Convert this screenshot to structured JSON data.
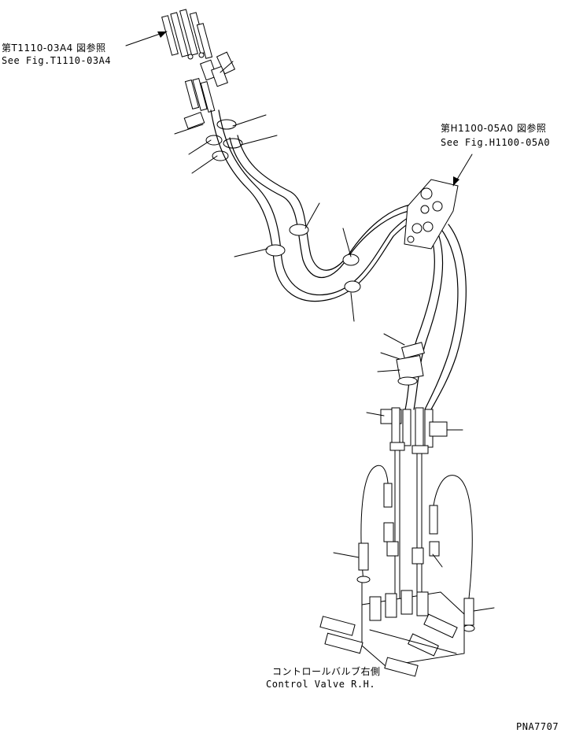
{
  "references": {
    "top_left": {
      "jp": "第T1110-03A4 図参照",
      "en": "See Fig.T1110-03A4"
    },
    "right": {
      "jp": "第H1100-05A0 図参照",
      "en": "See Fig.H1100-05A0"
    }
  },
  "control_valve": {
    "jp": "コントロールバルブ右側",
    "en": "Control Valve R.H."
  },
  "drawing_code": "PNA7707"
}
